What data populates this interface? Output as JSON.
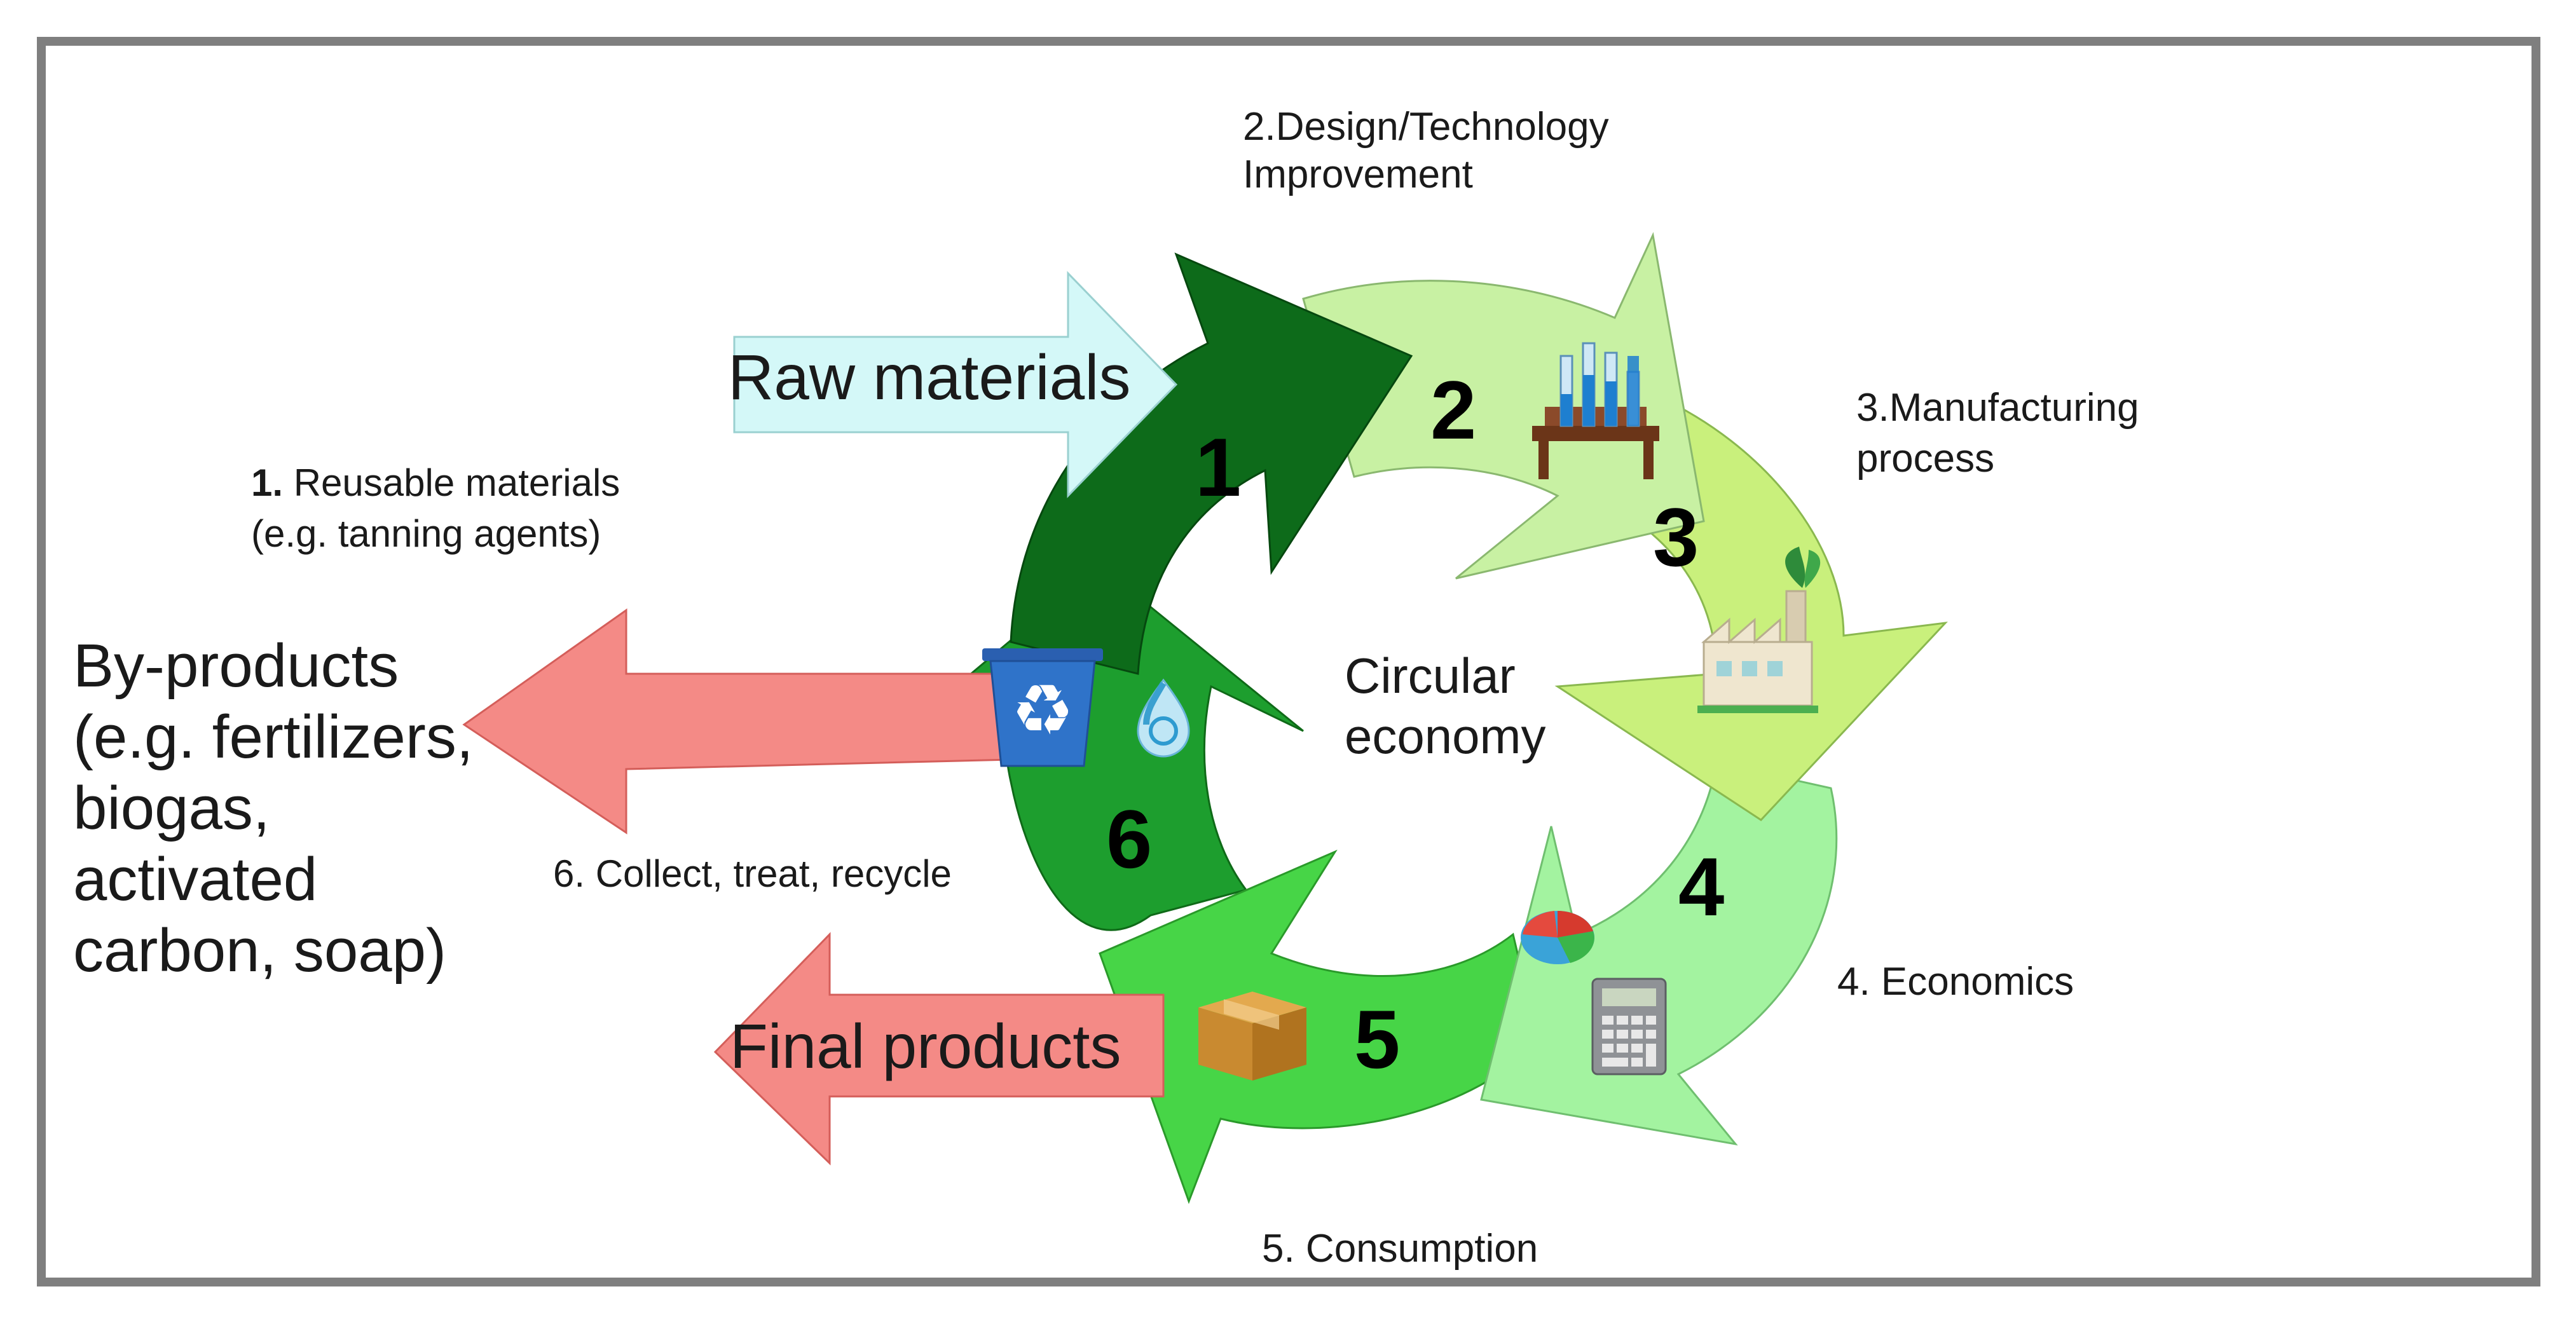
{
  "center_label": {
    "line1": "Circular",
    "line2": "economy"
  },
  "stages": [
    {
      "number": "1",
      "caption_prefix": "1.",
      "caption_line1": "Reusable materials",
      "caption_line2": "(e.g. tanning agents)"
    },
    {
      "number": "2",
      "caption_line1": "2.Design/Technology",
      "caption_line2": "Improvement"
    },
    {
      "number": "3",
      "caption_line1": "3.Manufacturing",
      "caption_line2": "process"
    },
    {
      "number": "4",
      "caption_line1": "4. Economics"
    },
    {
      "number": "5",
      "caption_line1": "5. Consumption"
    },
    {
      "number": "6",
      "caption_line1": "6. Collect, treat, recycle"
    }
  ],
  "inputs": {
    "raw_materials": "Raw materials"
  },
  "outputs": {
    "final_products": "Final products",
    "by_products": [
      "By-products",
      "(e.g. fertilizers,",
      "biogas,",
      "activated",
      "carbon, soap)"
    ]
  },
  "icons": [
    "test-tubes-icon",
    "factory-icon",
    "pie-chart-icon",
    "calculator-icon",
    "package-box-icon",
    "recycle-bin-icon",
    "water-drop-icon"
  ],
  "colors": {
    "stage1": "#0d6b1a",
    "stage2": "#c6f2a0",
    "stage3": "#c8f07a",
    "stage4": "#9ef09a",
    "stage5": "#4fd84f",
    "stage6": "#1d9e2e",
    "stage6_ring": "#129a22",
    "input_arrow": "#d4f8f8",
    "output_arrow": "#f48a86"
  }
}
